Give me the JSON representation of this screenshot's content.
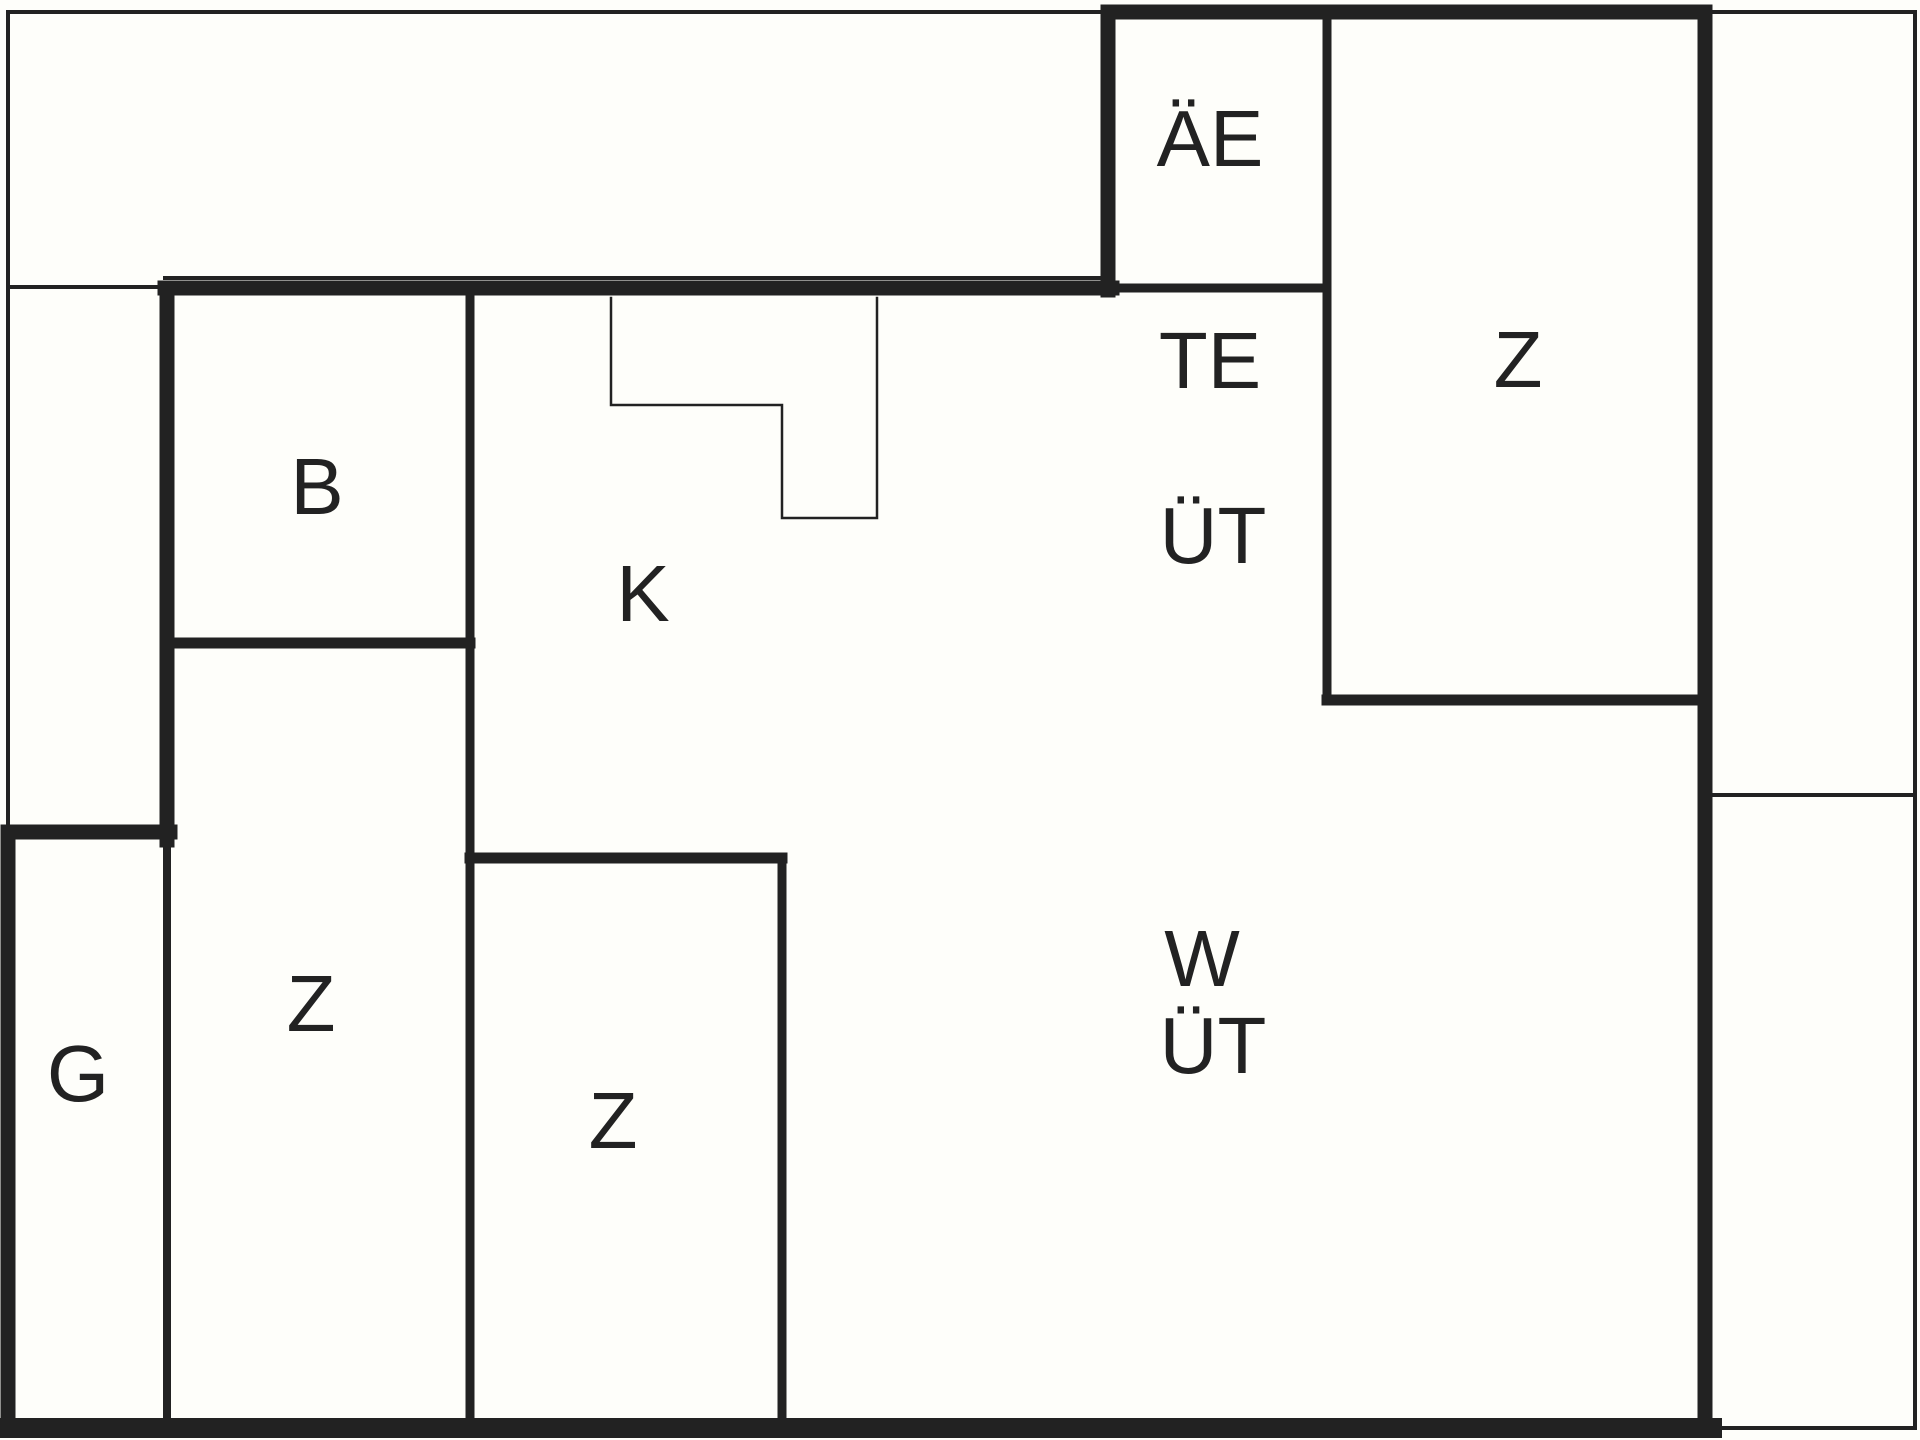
{
  "colors": {
    "background": "#fefefa",
    "wall": "#222222"
  },
  "labels": {
    "room_ae": "ÄE",
    "room_te": "TE",
    "room_ut_upper": "ÜT",
    "room_z_top_right": "Z",
    "room_b": "B",
    "room_k": "K",
    "room_z_left": "Z",
    "room_z_center": "Z",
    "room_g": "G",
    "room_w": "W",
    "room_ut_lower": "ÜT"
  }
}
